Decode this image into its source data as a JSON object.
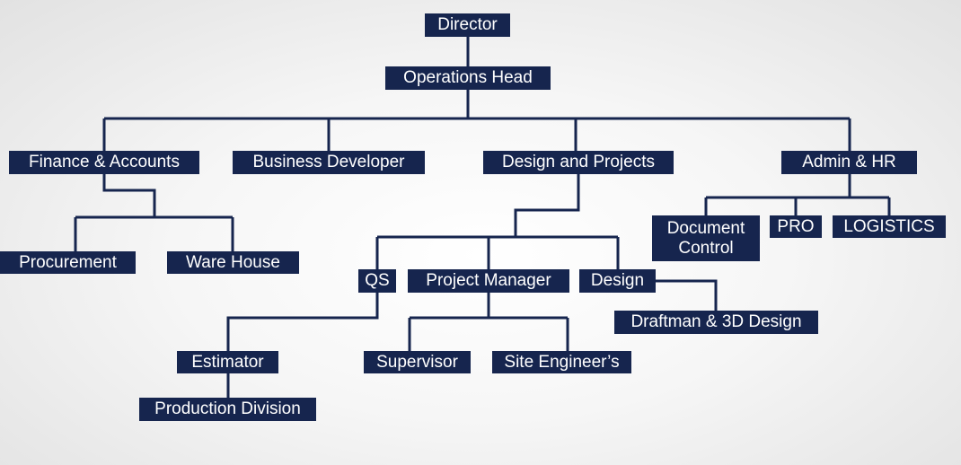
{
  "nodes": {
    "director": "Director",
    "operations_head": "Operations Head",
    "finance_accounts": "Finance & Accounts",
    "business_developer": "Business Developer",
    "design_projects": "Design and Projects",
    "admin_hr": "Admin & HR",
    "procurement": "Procurement",
    "ware_house": "Ware House",
    "document_control_line1": "Document",
    "document_control_line2": "Control",
    "pro": "PRO",
    "logistics": "LOGISTICS",
    "qs": "QS",
    "project_manager": "Project Manager",
    "design": "Design",
    "draftman_3d": "Draftman & 3D Design",
    "estimator": "Estimator",
    "production_division": "Production Division",
    "supervisor": "Supervisor",
    "site_engineer": "Site Engineer’s"
  },
  "colors": {
    "node_fill": "#16254e",
    "connector": "#16254e",
    "node_text": "#ffffff"
  }
}
